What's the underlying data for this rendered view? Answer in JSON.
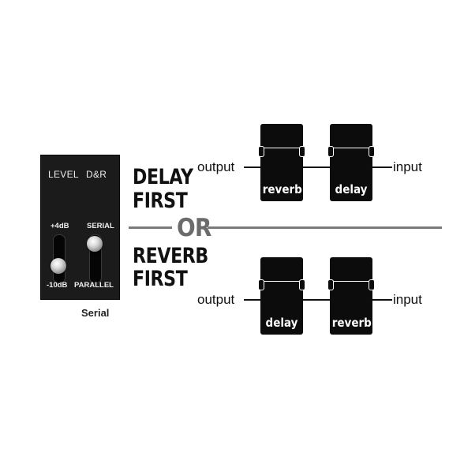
{
  "panel": {
    "level_label": "LEVEL",
    "dr_label": "D&R",
    "level_high": "+4dB",
    "level_low": "-10dB",
    "dr_top": "SERIAL",
    "dr_bottom": "PARALLEL",
    "caption": "Serial",
    "level_switch_position": "low",
    "dr_switch_position": "high"
  },
  "headings": {
    "delay_first_line1": "DELAY",
    "delay_first_line2": "FIRST",
    "or": "OR",
    "reverb_first_line1": "REVERB",
    "reverb_first_line2": "FIRST"
  },
  "chain_top": {
    "output_label": "output",
    "input_label": "input",
    "pedal_left": "reverb",
    "pedal_right": "delay"
  },
  "chain_bottom": {
    "output_label": "output",
    "input_label": "input",
    "pedal_left": "delay",
    "pedal_right": "reverb"
  },
  "colors": {
    "panel_bg": "#1b1b1b",
    "pedal": "#0c0c0c",
    "or_gray": "#6b6b6b"
  }
}
